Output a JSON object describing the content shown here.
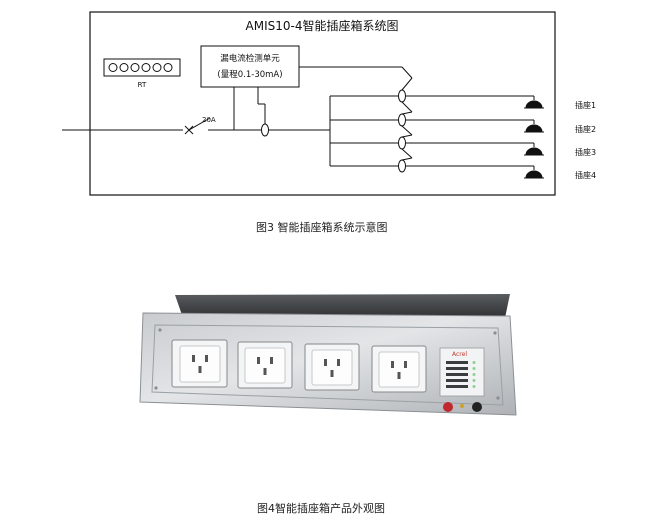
{
  "figure3": {
    "diagram_title": "AMIS10-4智能插座箱系统图",
    "leakage_unit_line1": "漏电流检测单元",
    "leakage_unit_line2": "(量程0.1-30mA)",
    "breaker_label": "20A",
    "terminal_label": "RT",
    "outputs": [
      "插座1",
      "插座2",
      "插座3",
      "插座4"
    ],
    "caption": "图3 智能插座箱系统示意图"
  },
  "figure4": {
    "brand": "Acrel",
    "caption": "图4智能插座箱产品外观图"
  }
}
